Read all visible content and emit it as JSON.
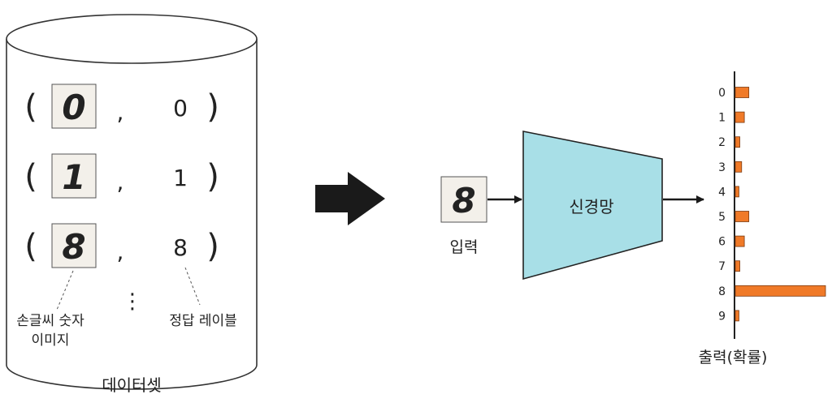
{
  "dataset": {
    "caption": "데이터셋",
    "rows": [
      {
        "paren_open": "(",
        "digit_image": "0",
        "comma": ",",
        "label": "0",
        "paren_close": ")"
      },
      {
        "paren_open": "(",
        "digit_image": "1",
        "comma": ",",
        "label": "1",
        "paren_close": ")"
      },
      {
        "paren_open": "(",
        "digit_image": "8",
        "comma": ",",
        "label": "8",
        "paren_close": ")"
      }
    ],
    "ellipsis": "⋮",
    "image_note_line1": "손글씨 숫자",
    "image_note_line2": "이미지",
    "label_note": "정답 레이블"
  },
  "pipeline": {
    "input_digit": "8",
    "input_label": "입력",
    "network_label": "신경망",
    "output_label": "출력(확률)"
  },
  "chart_data": {
    "type": "bar",
    "orientation": "horizontal",
    "categories": [
      "0",
      "1",
      "2",
      "3",
      "4",
      "5",
      "6",
      "7",
      "8",
      "9"
    ],
    "values": [
      0.15,
      0.1,
      0.05,
      0.07,
      0.04,
      0.15,
      0.1,
      0.05,
      1.0,
      0.04
    ],
    "bar_color": "#f07a28",
    "xlim": [
      0,
      1
    ]
  },
  "colors": {
    "network_fill": "#a8dfe7",
    "bar": "#f07a28",
    "arrow": "#1a1a1a"
  }
}
